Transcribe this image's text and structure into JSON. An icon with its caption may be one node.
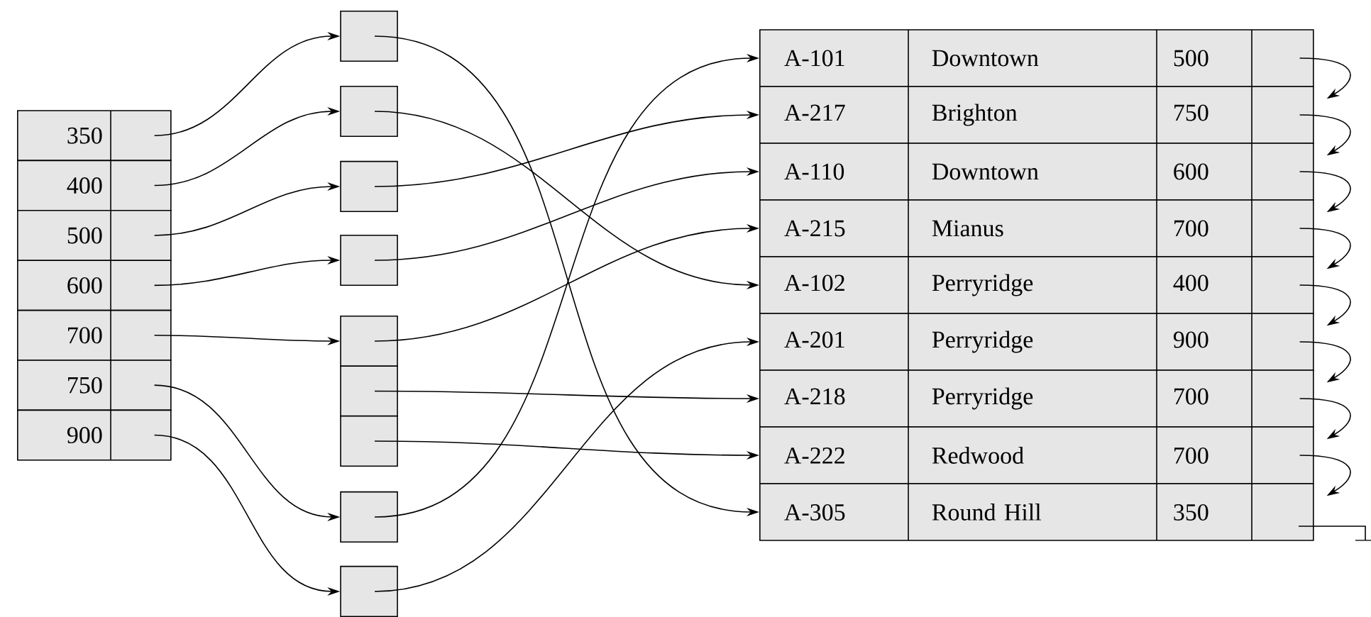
{
  "diagram": {
    "nodes": [
      {
        "text": [
          "350"
        ]
      },
      {
        "text": [
          "400"
        ]
      },
      {
        "text": [
          "500"
        ]
      },
      {
        "text": [
          "600"
        ]
      },
      {
        "text": [
          "700"
        ]
      },
      {
        "text": [
          "750"
        ]
      },
      {
        "text": [
          "900"
        ]
      },
      {
        "text": [],
        "shape": "box"
      },
      {
        "text": [],
        "shape": "box"
      },
      {
        "text": [],
        "shape": "box"
      },
      {
        "text": [],
        "shape": "box"
      },
      {
        "text": [],
        "shape": "box"
      },
      {
        "text": [],
        "shape": "box"
      },
      {
        "text": [],
        "shape": "box"
      },
      {
        "text": [],
        "shape": "box"
      },
      {
        "text": [],
        "shape": "box"
      },
      {
        "text": [
          "A-101",
          "Downtown",
          "500"
        ]
      },
      {
        "text": [
          "A-217",
          "Brighton",
          "750"
        ]
      },
      {
        "text": [
          "A-110",
          "Downtown",
          "600"
        ]
      },
      {
        "text": [
          "A-215",
          "Mianus",
          "700"
        ]
      },
      {
        "text": [
          "A-102",
          "Perryridge",
          "400"
        ]
      },
      {
        "text": [
          "A-201",
          "Perryridge",
          "900"
        ]
      },
      {
        "text": [
          "A-218",
          "Perryridge",
          "700"
        ]
      },
      {
        "text": [
          "A-222",
          "Redwood",
          "700"
        ]
      },
      {
        "text": [
          "A-305",
          "Round Hill",
          "350"
        ]
      }
    ],
    "edges": [
      {
        "from": 0,
        "to": 7,
        "arrow": "to"
      },
      {
        "from": 1,
        "to": 8,
        "arrow": "to"
      },
      {
        "from": 2,
        "to": 9,
        "arrow": "to"
      },
      {
        "from": 3,
        "to": 10,
        "arrow": "to"
      },
      {
        "from": 4,
        "to": 11,
        "arrow": "to"
      },
      {
        "from": 5,
        "to": 14,
        "arrow": "to"
      },
      {
        "from": 6,
        "to": 15,
        "arrow": "to"
      },
      {
        "from": 7,
        "to": 24,
        "arrow": "to"
      },
      {
        "from": 8,
        "to": 20,
        "arrow": "to"
      },
      {
        "from": 9,
        "to": 17,
        "arrow": "to"
      },
      {
        "from": 10,
        "to": 18,
        "arrow": "to"
      },
      {
        "from": 11,
        "to": 19,
        "arrow": "to"
      },
      {
        "from": 12,
        "to": 22,
        "arrow": "to"
      },
      {
        "from": 13,
        "to": 23,
        "arrow": "to"
      },
      {
        "from": 14,
        "to": 16,
        "arrow": "to"
      },
      {
        "from": 15,
        "to": 21,
        "arrow": "to"
      },
      {
        "from": 16,
        "to": 17,
        "arrow": "to"
      },
      {
        "from": 17,
        "to": 18,
        "arrow": "to"
      },
      {
        "from": 18,
        "to": 19,
        "arrow": "to"
      },
      {
        "from": 19,
        "to": 20,
        "arrow": "to"
      },
      {
        "from": 20,
        "to": 21,
        "arrow": "to"
      },
      {
        "from": 21,
        "to": 22,
        "arrow": "to"
      },
      {
        "from": 22,
        "to": 23,
        "arrow": "to"
      },
      {
        "from": 23,
        "to": 24,
        "arrow": "to"
      }
    ]
  }
}
